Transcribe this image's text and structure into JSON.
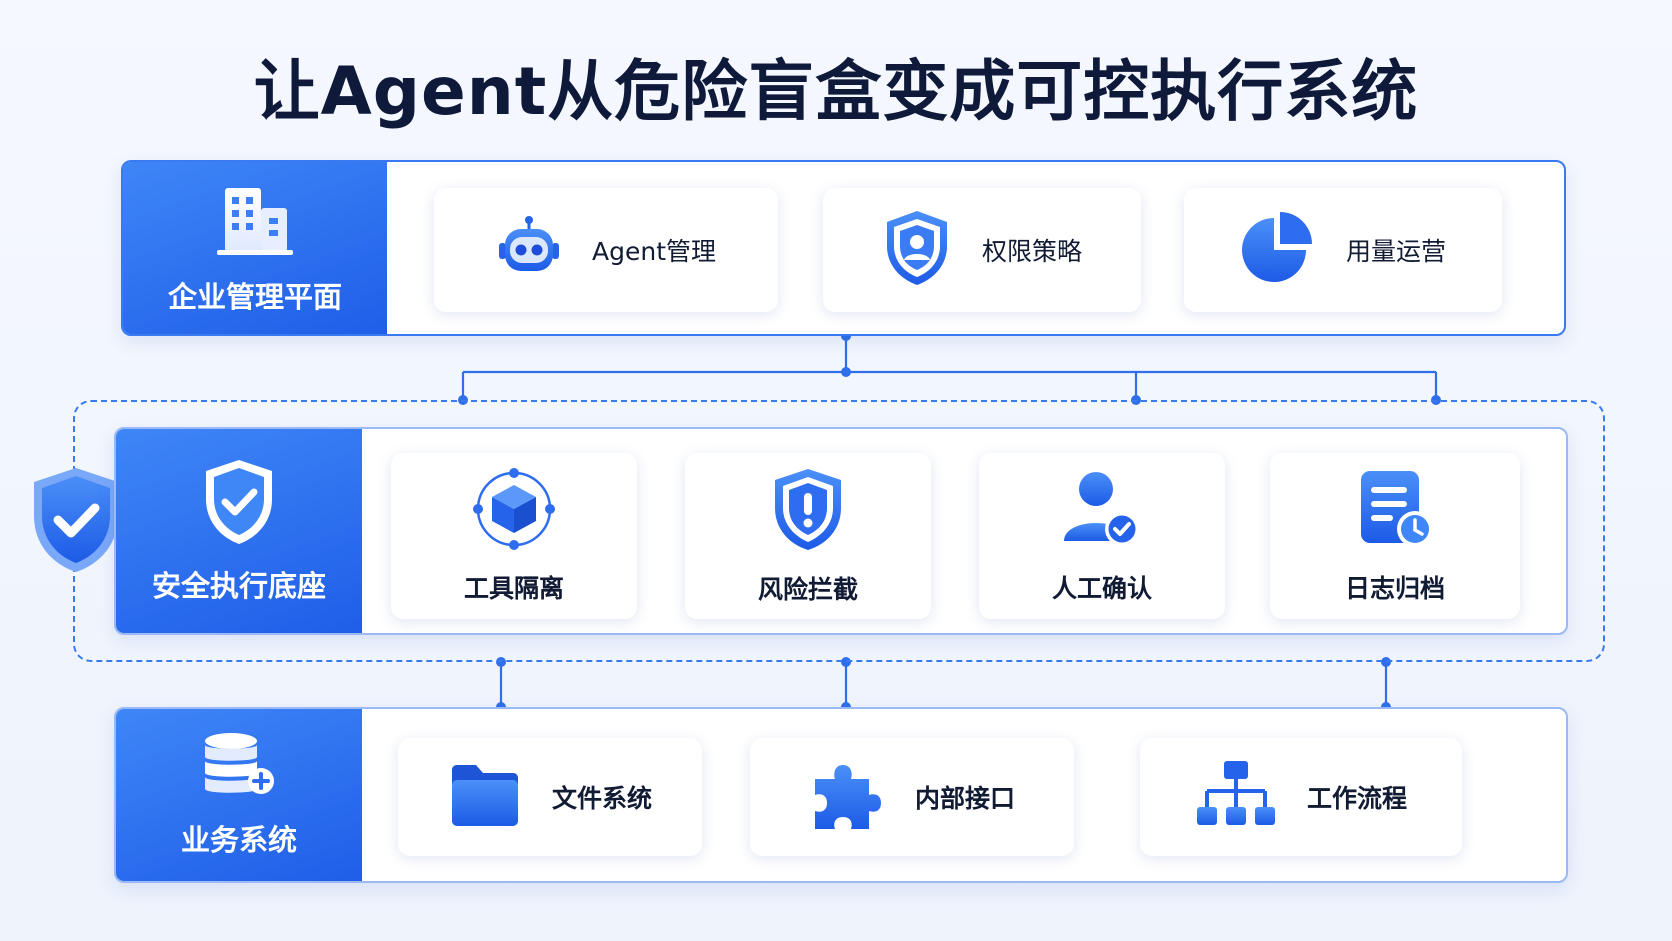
{
  "title": "让Agent从危险盲盒变成可控执行系统",
  "colors": {
    "accent": "#2563eb",
    "accent_light": "#3f86f7",
    "text": "#0f1a3a",
    "line": "#2f6fea"
  },
  "layers": {
    "enterprise": {
      "label": "企业管理平面",
      "icon": "building-icon",
      "items": [
        {
          "label": "Agent管理",
          "icon": "robot-icon"
        },
        {
          "label": "权限策略",
          "icon": "shield-user-icon"
        },
        {
          "label": "用量运营",
          "icon": "pie-chart-icon"
        }
      ]
    },
    "security": {
      "label": "安全执行底座",
      "icon": "shield-check-icon",
      "badge_icon": "shield-check-icon",
      "items": [
        {
          "label": "工具隔离",
          "icon": "cube-orbit-icon"
        },
        {
          "label": "风险拦截",
          "icon": "shield-alert-icon"
        },
        {
          "label": "人工确认",
          "icon": "user-check-icon"
        },
        {
          "label": "日志归档",
          "icon": "log-clock-icon"
        }
      ]
    },
    "business": {
      "label": "业务系统",
      "icon": "database-plus-icon",
      "items": [
        {
          "label": "文件系统",
          "icon": "folder-icon"
        },
        {
          "label": "内部接口",
          "icon": "puzzle-icon"
        },
        {
          "label": "工作流程",
          "icon": "org-chart-icon"
        }
      ]
    }
  }
}
